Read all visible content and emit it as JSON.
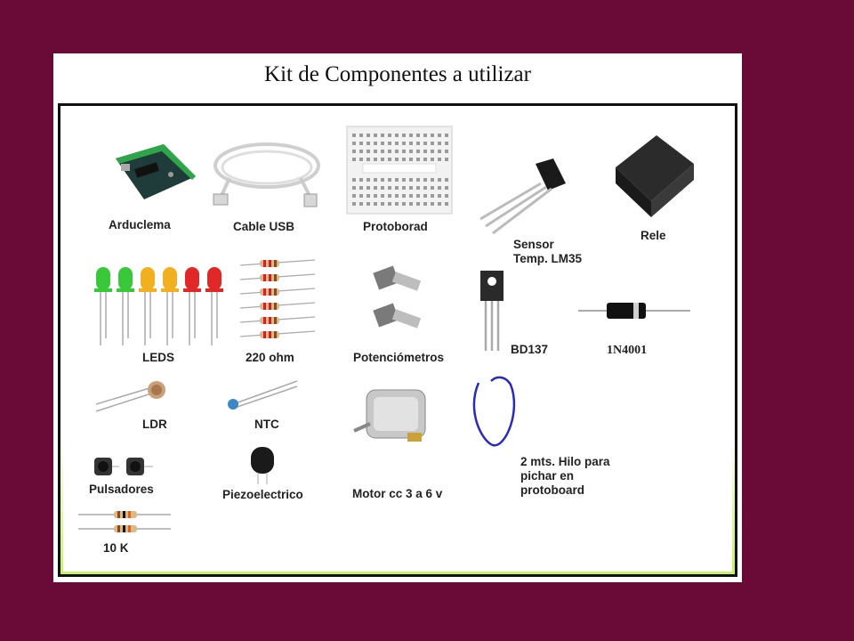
{
  "title": "Kit de Componentes a utilizar",
  "components": {
    "arduclema": "Arduclema",
    "cable_usb": "Cable USB",
    "protoborad": "Protoborad",
    "sensor_line1": "Sensor",
    "sensor_line2": "Temp. LM35",
    "rele": "Rele",
    "leds": "LEDS",
    "resistor_220": "220 ohm",
    "potenciometros": "Potenciómetros",
    "bd137": "BD137",
    "diode": "1N4001",
    "ldr": "LDR",
    "ntc": "NTC",
    "motor": "Motor cc 3 a 6 v",
    "hilo_line1": "2 mts. Hilo para",
    "hilo_line2": "pichar en",
    "hilo_line3": "protoboard",
    "pulsadores": "Pulsadores",
    "piezo": "Piezoelectrico",
    "resistor_10k": "10 K"
  },
  "colors": {
    "background": "#6a0a36",
    "frame_border": "#111111",
    "bottom_glow": "#c8f06a"
  }
}
